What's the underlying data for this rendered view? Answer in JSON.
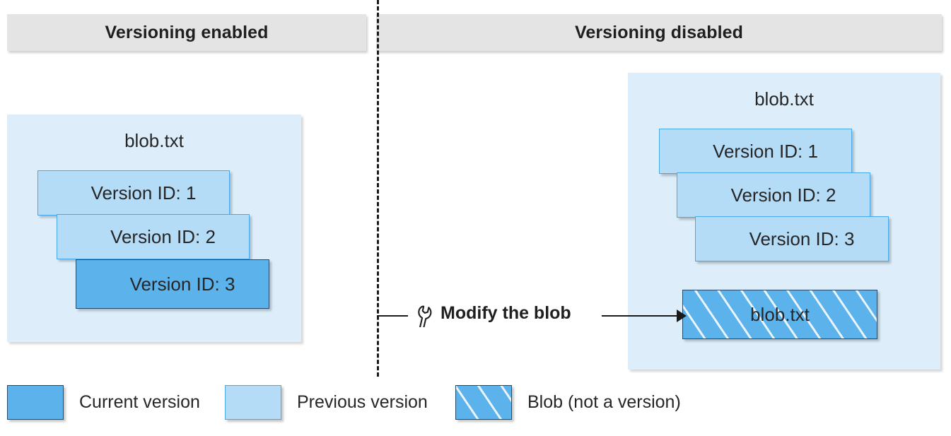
{
  "headers": {
    "left": "Versioning enabled",
    "right": "Versioning disabled"
  },
  "left_panel": {
    "title": "blob.txt",
    "boxes": [
      {
        "label": "Version ID: 1",
        "kind": "previous"
      },
      {
        "label": "Version ID: 2",
        "kind": "previous"
      },
      {
        "label": "Version ID: 3",
        "kind": "current"
      }
    ]
  },
  "right_panel": {
    "title": "blob.txt",
    "boxes": [
      {
        "label": "Version ID: 1",
        "kind": "previous"
      },
      {
        "label": "Version ID: 2",
        "kind": "previous"
      },
      {
        "label": "Version ID: 3",
        "kind": "previous"
      }
    ],
    "blob_box": {
      "label": "blob.txt",
      "kind": "blob-not-a-version"
    }
  },
  "action": {
    "label": "Modify the blob",
    "icon": "wrench-icon"
  },
  "legend": [
    {
      "label": "Current version",
      "kind": "current"
    },
    {
      "label": "Previous version",
      "kind": "previous"
    },
    {
      "label": "Blob (not a version)",
      "kind": "blob-not-a-version"
    }
  ],
  "colors": {
    "current_version": "#5cb3ec",
    "previous_version": "#b5dcf7",
    "panel_background": "#ddeefa",
    "header_background": "#e4e4e4",
    "divider": "#1a1a1a",
    "text": "#262626"
  }
}
